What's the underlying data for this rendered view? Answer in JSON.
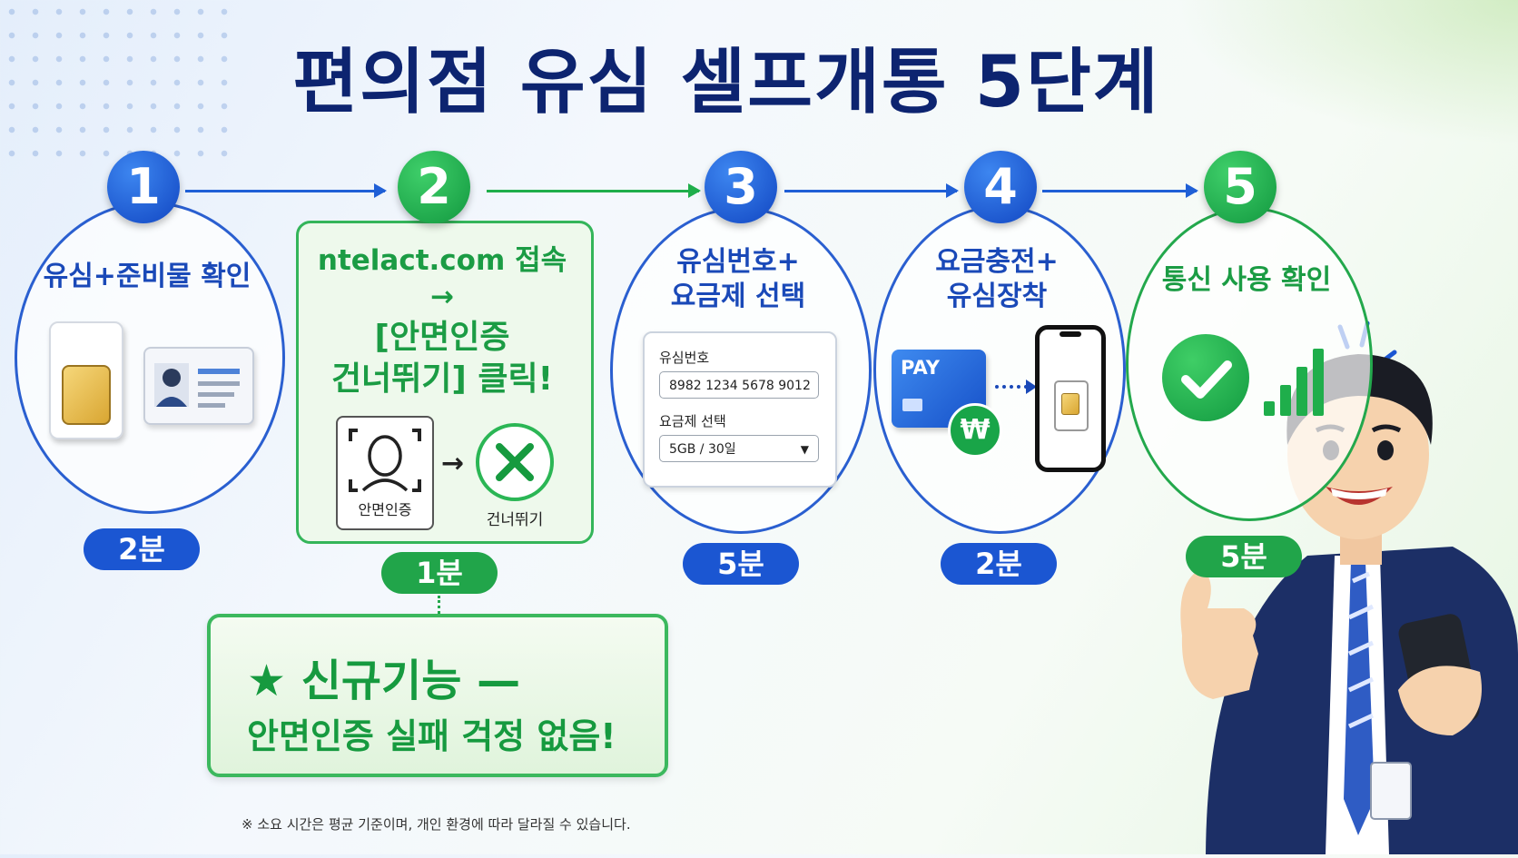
{
  "title": "편의점 유심 셀프개통 5단계",
  "steps": [
    {
      "number": "1",
      "label": "유심+준비물 확인",
      "time": "2분"
    },
    {
      "number": "2",
      "label_line1": "ntelact.com 접속",
      "label_line2": "→",
      "label_line3": "[안면인증",
      "label_line4": "건너뛰기] 클릭!",
      "time": "1분",
      "face_caption": "안면인증",
      "skip_caption": "건너뛰기"
    },
    {
      "number": "3",
      "label_line1": "유심번호+",
      "label_line2": "요금제 선택",
      "time": "5분",
      "form": {
        "sim_label": "유심번호",
        "sim_value": "8982 1234 5678 9012",
        "plan_label": "요금제 선택",
        "plan_value": "5GB / 30일"
      }
    },
    {
      "number": "4",
      "label_line1": "요금충전+",
      "label_line2": "유심장착",
      "time": "2분",
      "pay_text": "PAY",
      "won_symbol": "₩"
    },
    {
      "number": "5",
      "label": "통신 사용 확인",
      "time": "5분"
    }
  ],
  "new_feature": {
    "title": "★ 신규기능 —",
    "subtitle": "안면인증 실패 걱정 없음!"
  },
  "footnote": "※ 소요 시간은 평균 기준이며, 개인 환경에 따라 달라질 수 있습니다.",
  "colors": {
    "blue": "#1b56d2",
    "green": "#21a54a",
    "title": "#0d2470"
  }
}
